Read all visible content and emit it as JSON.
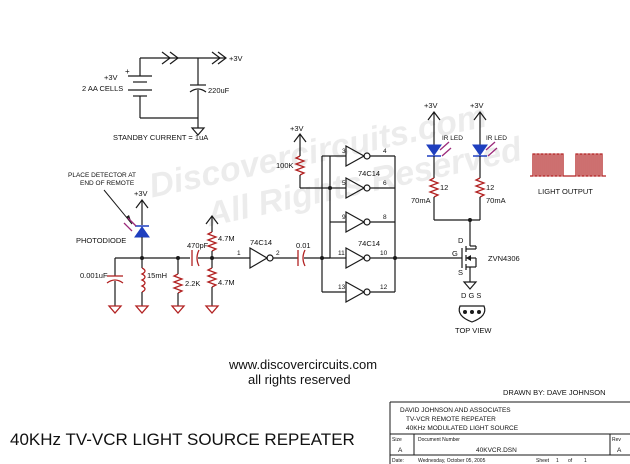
{
  "watermark": {
    "line1": "Discovercircuits.com",
    "line2": "All Rights Reserved"
  },
  "supply": {
    "battery_voltage": "+3V",
    "battery_desc": "2 AA CELLS",
    "cap_value": "220uF",
    "rail_label": "+3V",
    "standby": "STANDBY CURRENT = 1uA"
  },
  "detector": {
    "note_line1": "PLACE DETECTOR AT",
    "note_line2": "END OF REMOTE",
    "supply": "+3V",
    "photodiode": "PHOTODIODE",
    "cap_in": "0.001uF",
    "inductor": "15mH",
    "r_bias": "2.2K",
    "cap_couple": "470pF",
    "r_top": "4.7M",
    "r_bot": "4.7M",
    "inv1_label": "74C14",
    "inv1_pin_in": "1",
    "inv1_pin_out": "2",
    "cap_out": "0.01"
  },
  "oscillator": {
    "supply": "+3V",
    "r_pullup": "100K",
    "gate_label_top": "74C14",
    "gate_label_bottom": "74C14",
    "pins": [
      "3",
      "4",
      "5",
      "6",
      "9",
      "8",
      "11",
      "10",
      "13",
      "12"
    ]
  },
  "output": {
    "supply_left": "+3V",
    "supply_right": "+3V",
    "led_left": "IR LED",
    "led_right": "IR LED",
    "r_left": "12",
    "r_right": "12",
    "i_left": "70mA",
    "i_right": "70mA",
    "mosfet": "ZVN4306",
    "pin_d": "D",
    "pin_g": "G",
    "pin_s": "S",
    "package_pins": "D G S",
    "top_view": "TOP VIEW",
    "light_output": "LIGHT OUTPUT"
  },
  "footer": {
    "website": "www.discovercircuits.com",
    "rights": "all rights reserved",
    "drawn_by": "DRAWN BY: DAVE JOHNSON",
    "title": "40KHz TV-VCR LIGHT SOURCE REPEATER",
    "company": "DAVID JOHNSON AND ASSOCIATES",
    "line2": "TV-VCR REMOTE REPEATER",
    "line3": "40KHz MODULATED LIGHT SOURCE",
    "size_label": "Size",
    "size_value": "A",
    "docnum_label": "Document Number",
    "docnum_value": "40KVCR.DSN",
    "rev_label": "Rev",
    "rev_value": "A",
    "date_label": "Date:",
    "date_value": "Wednesday, October 05, 2005",
    "sheet_label": "Sheet",
    "sheet_value": "1",
    "of_label": "of",
    "of_value": "1"
  }
}
